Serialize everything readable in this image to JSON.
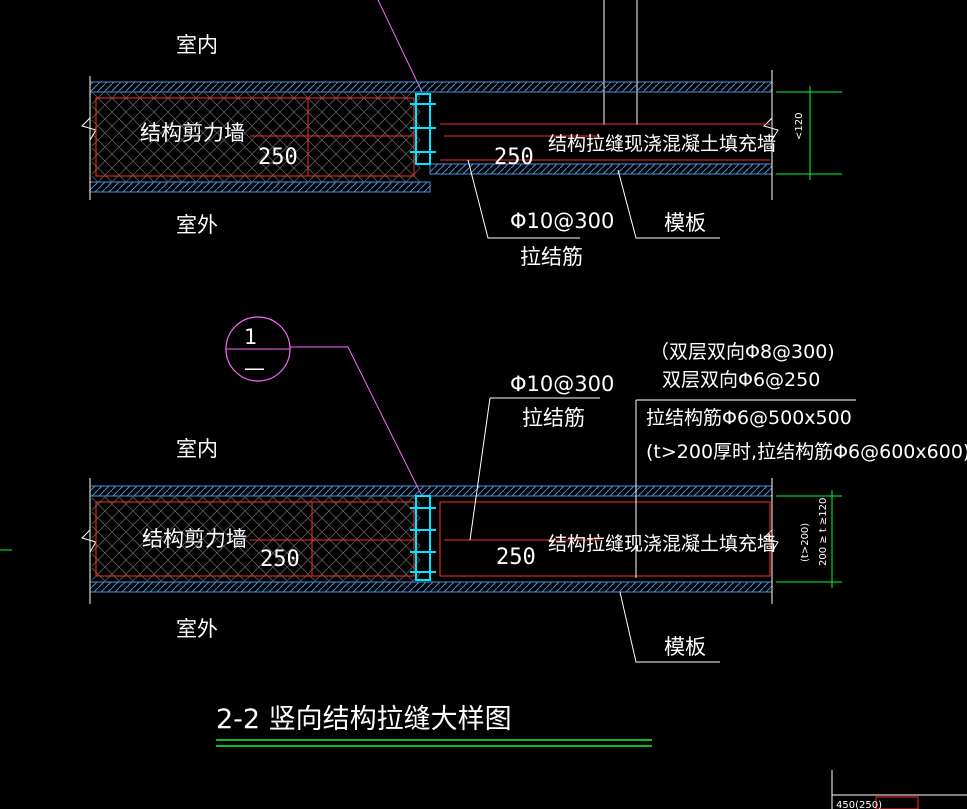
{
  "colors": {
    "background": "#000000",
    "wall_line": "#ffffff",
    "concrete_cover": "#4a8fd8",
    "rebar": "#ff2a2a",
    "tie_bar": "#00e5ff",
    "leader": "#ff66ff",
    "dimension": "#00ff33",
    "underline": "#00ff33"
  },
  "detail_top": {
    "label_indoor": "室内",
    "label_outdoor": "室外",
    "wall_shear": "结构剪力墙",
    "wall_infill": "结构拉缝现浇混凝土填充墙",
    "dim_left": "250",
    "dim_right": "250",
    "dim_thickness": "<120",
    "tie_spec": "Φ10@300",
    "tie_name": "拉结筋",
    "formwork": "模板"
  },
  "detail_bottom": {
    "callout_top": "1",
    "callout_bottom": "—",
    "label_indoor": "室内",
    "label_outdoor": "室外",
    "wall_shear": "结构剪力墙",
    "wall_infill": "结构拉缝现浇混凝土填充墙",
    "dim_left": "250",
    "dim_right": "250",
    "dim_thick_1": "(t>200)",
    "dim_thick_2": "200 ≥ t ≥120",
    "tie_spec": "Φ10@300",
    "tie_name": "拉结筋",
    "note_line1": "（双层双向Φ8@300)",
    "note_line2": "双层双向Φ6@250",
    "note_line3": "拉结构筋Φ6@500x500",
    "note_line4": "(t>200厚时,拉结构筋Φ6@600x600)",
    "formwork": "模板"
  },
  "title": "2-2 竖向结构拉缝大样图",
  "corner_text": "450(250)"
}
